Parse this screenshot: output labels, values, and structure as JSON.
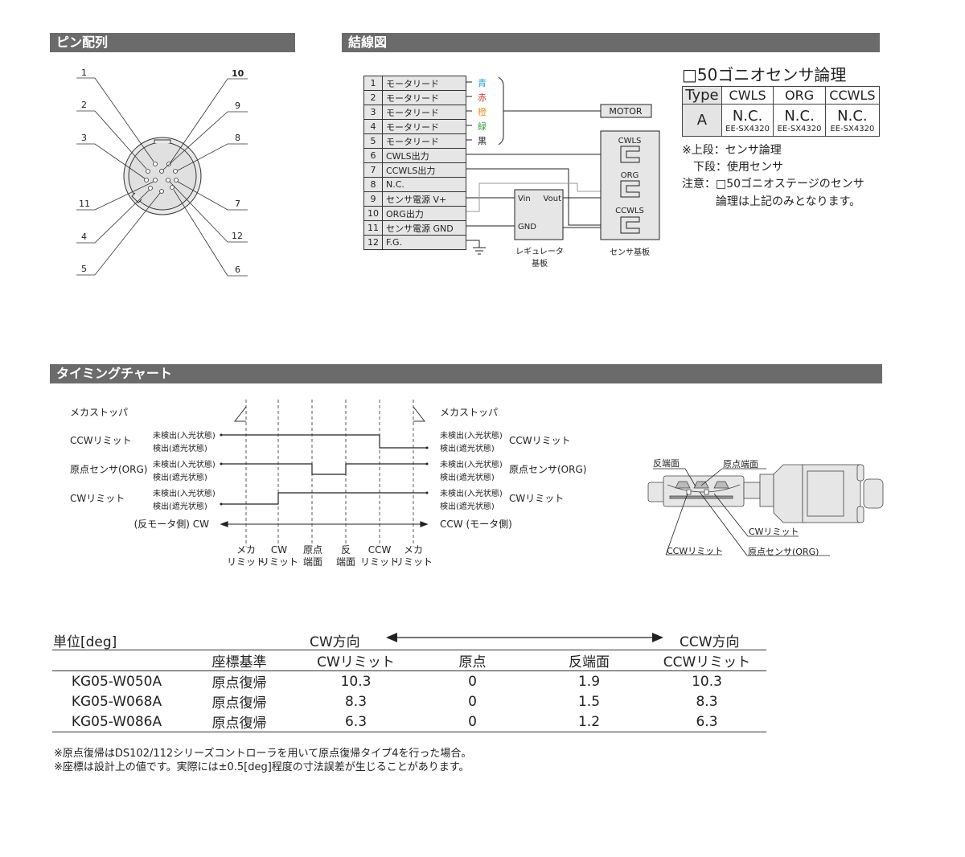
{
  "sections": {
    "pin": "ピン配列",
    "wiring": "結線図",
    "timing": "タイミングチャート"
  },
  "pin_labels": [
    "1",
    "2",
    "3",
    "11",
    "4",
    "5",
    "10",
    "9",
    "8",
    "7",
    "12",
    "6"
  ],
  "wiring": {
    "rows": [
      {
        "no": "1",
        "name": "モータリード",
        "color_label": "青",
        "color": "#2a9fd8"
      },
      {
        "no": "2",
        "name": "モータリード",
        "color_label": "赤",
        "color": "#d0302c"
      },
      {
        "no": "3",
        "name": "モータリード",
        "color_label": "橙",
        "color": "#f0962e"
      },
      {
        "no": "4",
        "name": "モータリード",
        "color_label": "緑",
        "color": "#3aa048"
      },
      {
        "no": "5",
        "name": "モータリード",
        "color_label": "黒",
        "color": "#222222"
      },
      {
        "no": "6",
        "name": "CWLS出力"
      },
      {
        "no": "7",
        "name": "CCWLS出力"
      },
      {
        "no": "8",
        "name": "N.C."
      },
      {
        "no": "9",
        "name": "センサ電源 V+"
      },
      {
        "no": "10",
        "name": "ORG出力"
      },
      {
        "no": "11",
        "name": "センサ電源 GND"
      },
      {
        "no": "12",
        "name": "F.G."
      }
    ],
    "motor": "MOTOR",
    "sensors": [
      "CWLS",
      "ORG",
      "CCWLS"
    ],
    "vin": "Vin",
    "vout": "Vout",
    "gnd": "GND",
    "regulator_label": [
      "レギュレータ",
      "基板"
    ],
    "sensor_board_label": "センサ基板"
  },
  "logic": {
    "title": "□50ゴニオセンサ論理",
    "headers": [
      "Type",
      "CWLS",
      "ORG",
      "CCWLS"
    ],
    "row": {
      "type": "A",
      "cells": [
        {
          "logic": "N.C.",
          "sensor": "EE-SX4320"
        },
        {
          "logic": "N.C.",
          "sensor": "EE-SX4320"
        },
        {
          "logic": "N.C.",
          "sensor": "EE-SX4320"
        }
      ]
    },
    "notes": [
      "※上段：センサ論理",
      "　下段：使用センサ",
      "注意：□50ゴニオステージのセンサ",
      "　　　論理は上記のみとなります。"
    ]
  },
  "timing": {
    "mech_stopper": "メカストッパ",
    "signals": [
      "CCWリミット",
      "原点センサ(ORG)",
      "CWリミット"
    ],
    "undetected": "未検出(入光状態)",
    "detected": "検出(遮光状態)",
    "cw_dir": "(反モータ側) CW",
    "ccw_dir": "CCW (モータ側)",
    "positions": [
      [
        "メカ",
        "リミット"
      ],
      [
        "CW",
        "リミット"
      ],
      [
        "原点",
        "端面"
      ],
      [
        "反",
        "端面"
      ],
      [
        "CCW",
        "リミット"
      ],
      [
        "メカ",
        "リミット"
      ]
    ]
  },
  "stage_figure": {
    "labels": [
      "反端面",
      "原点端面",
      "CWリミット",
      "CCWリミット",
      "原点センサ(ORG)"
    ]
  },
  "coords": {
    "unit": "単位[deg]",
    "cw_dir": "CW方向",
    "ccw_dir": "CCW方向",
    "headers": [
      "",
      "座標基準",
      "CWリミット",
      "原点",
      "反端面",
      "CCWリミット"
    ],
    "rows": [
      [
        "KG05-W050A",
        "原点復帰",
        "10.3",
        "0",
        "1.9",
        "10.3"
      ],
      [
        "KG05-W068A",
        "原点復帰",
        "8.3",
        "0",
        "1.5",
        "8.3"
      ],
      [
        "KG05-W086A",
        "原点復帰",
        "6.3",
        "0",
        "1.2",
        "6.3"
      ]
    ],
    "notes": [
      "※原点復帰はDS102/112シリーズコントローラを用いて原点復帰タイプ4を行った場合。",
      "※座標は設計上の値です。実際には±0.5[deg]程度の寸法誤差が生じることがあります。"
    ]
  }
}
